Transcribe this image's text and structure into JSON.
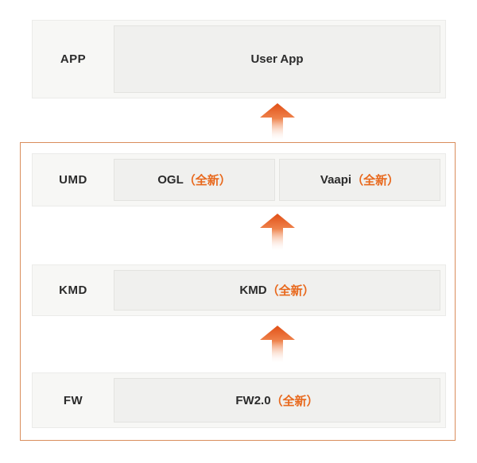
{
  "diagram": {
    "description": "software-stack-layers"
  },
  "colors": {
    "page_bg": "#ffffff",
    "row_bg": "#f7f7f5",
    "row_border": "#ebebe9",
    "box_bg": "#f0f0ee",
    "box_border": "#e3e3e0",
    "text_dark": "#2b2b2b",
    "accent_orange": "#e8681c",
    "section_border": "#d98d5c",
    "arrow_top": "#e14f16",
    "arrow_mid": "#ee7c42"
  },
  "rows": [
    {
      "label": "APP",
      "boxes": [
        {
          "name": "User App",
          "suffix": ""
        }
      ]
    },
    {
      "label": "UMD",
      "boxes": [
        {
          "name": "OGL",
          "suffix": "（全新）"
        },
        {
          "name": "Vaapi",
          "suffix": "（全新）"
        }
      ]
    },
    {
      "label": "KMD",
      "boxes": [
        {
          "name": "KMD",
          "suffix": "（全新）"
        }
      ]
    },
    {
      "label": "FW",
      "boxes": [
        {
          "name": "FW2.0",
          "suffix": "（全新）"
        }
      ]
    }
  ],
  "icons": {
    "up_arrow": "gradient-up-arrow"
  }
}
